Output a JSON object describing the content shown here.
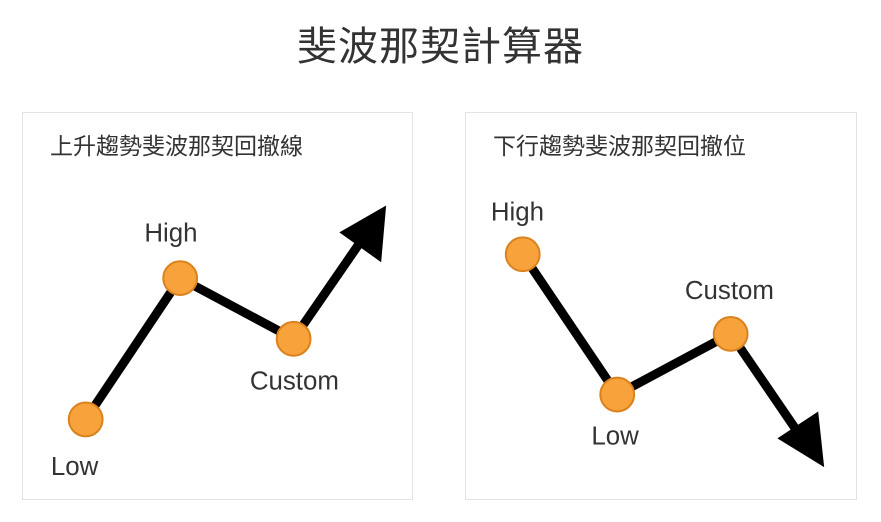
{
  "page": {
    "title": "斐波那契計算器"
  },
  "cards": [
    {
      "title": "上升趨勢斐波那契回撤線",
      "points": {
        "low": "Low",
        "high": "High",
        "custom": "Custom"
      }
    },
    {
      "title": "下行趨勢斐波那契回撤位",
      "points": {
        "high": "High",
        "low": "Low",
        "custom": "Custom"
      }
    }
  ],
  "colors": {
    "line": "#000000",
    "point_fill": "#f7a23a",
    "point_stroke": "#d9821e",
    "card_border": "#e3e3e3"
  }
}
